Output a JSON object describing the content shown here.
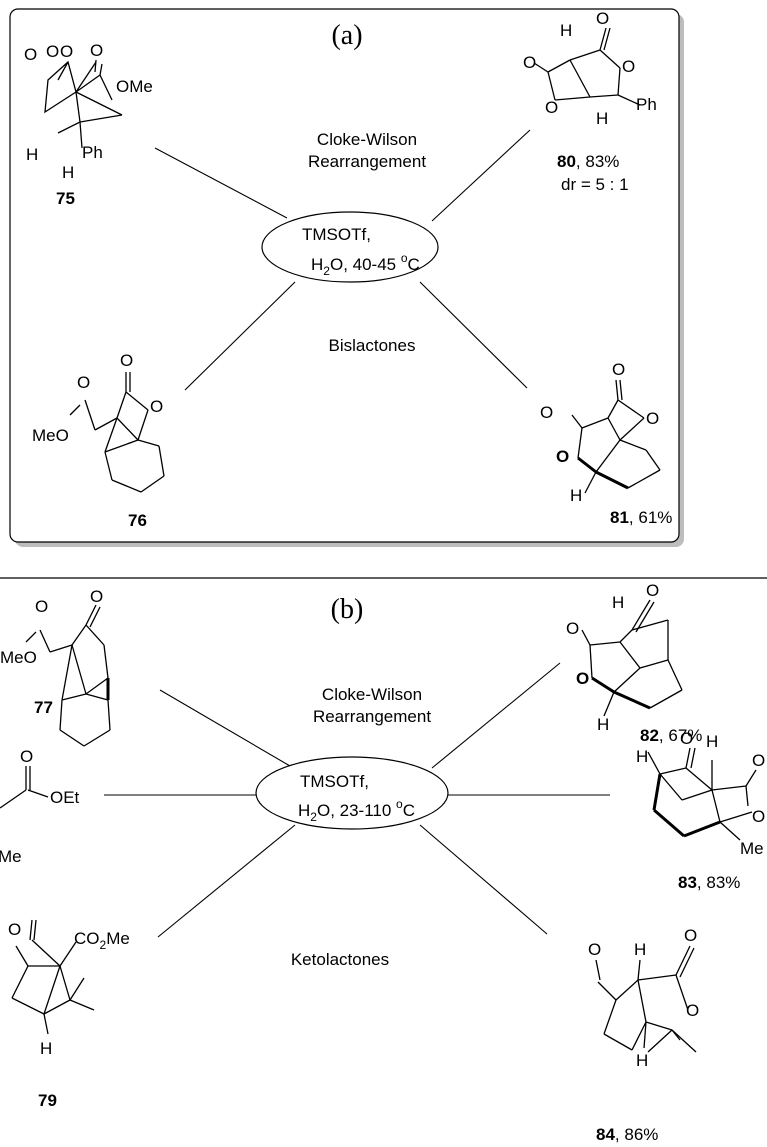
{
  "panel_a": {
    "label": "(a)",
    "center": {
      "line1": "TMSOTf,",
      "line2_pre": "H",
      "line2_sub": "2",
      "line2_mid": "O, 40-45 ",
      "line2_sup": "o",
      "line2_post": "C"
    },
    "top_label": [
      "Cloke-Wilson",
      "Rearrangement"
    ],
    "bottom_label": "Bislactones",
    "compounds": {
      "c75": {
        "num": "75",
        "labels": [
          "OMe",
          "H",
          "H",
          "Ph"
        ]
      },
      "c76": {
        "num": "76",
        "labels": [
          "MeO"
        ]
      },
      "c80": {
        "num": "80",
        "yield": ", 83%",
        "extra": "dr = 5 : 1",
        "labels": [
          "Ph",
          "H"
        ]
      },
      "c81": {
        "num": "81",
        "yield": ", 61%",
        "labels": [
          "H"
        ]
      }
    }
  },
  "panel_b": {
    "label": "(b)",
    "center": {
      "line1": "TMSOTf,",
      "line2_pre": "H",
      "line2_sub": "2",
      "line2_mid": "O, 23-110 ",
      "line2_sup": "o",
      "line2_post": "C"
    },
    "top_label": [
      "Cloke-Wilson",
      "Rearrangement"
    ],
    "bottom_label": "Ketolactones",
    "compounds": {
      "c77": {
        "num": "77",
        "labels": [
          "MeO"
        ]
      },
      "c78": {
        "labels": [
          "OEt",
          "Me"
        ]
      },
      "c79": {
        "num": "79",
        "labels": [
          "CO",
          "2",
          "Me",
          "H"
        ]
      },
      "c82": {
        "num": "82",
        "yield": ", 67%",
        "labels": [
          "H",
          "H"
        ]
      },
      "c83": {
        "num": "83",
        "yield": ", 83%",
        "labels": [
          "H",
          "H",
          "Me"
        ]
      },
      "c84": {
        "num": "84",
        "yield": ", 86%",
        "labels": [
          "H",
          "H"
        ]
      }
    },
    "atom_O": "O"
  }
}
